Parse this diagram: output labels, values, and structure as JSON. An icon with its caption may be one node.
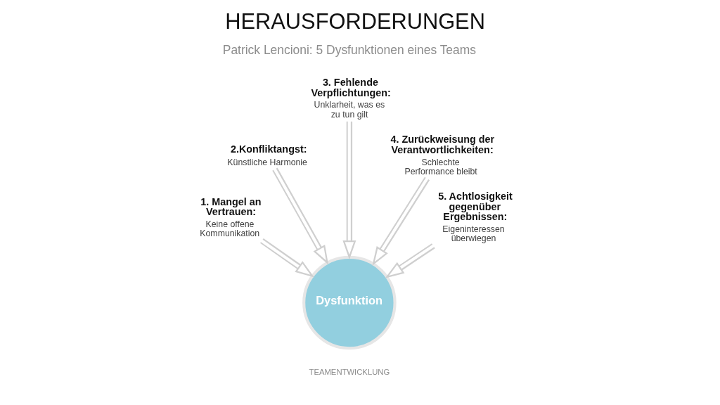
{
  "diagram": {
    "title": "HERAUSFORDERUNGEN",
    "nodes": [
      {
        "text": [
          "1. Mangel an Vertrauen:",
          "Keine offene Kommunikation"
        ]
      },
      {
        "text": [
          "2.Konfliktangst:",
          "Künstliche Harmonie"
        ]
      },
      {
        "text": [
          "3. Fehlende Verpflichtungen:",
          "Unklarheit, was es zu tun gilt"
        ]
      },
      {
        "text": [
          "4. Zurückweisung der Verantwortlichkeiten:",
          "Schlechte Performance bleibt"
        ]
      },
      {
        "text": [
          "5. Achtlosigkeit gegenüber Ergebnissen:",
          "Eigeninteressen überwiegen"
        ]
      },
      {
        "text": [
          "Dysfunktion"
        ]
      }
    ],
    "edges": [
      {
        "from": 0,
        "to": 5,
        "arrow": "to"
      },
      {
        "from": 1,
        "to": 5,
        "arrow": "to"
      },
      {
        "from": 2,
        "to": 5,
        "arrow": "to"
      },
      {
        "from": 3,
        "to": 5,
        "arrow": "to"
      },
      {
        "from": 4,
        "to": 5,
        "arrow": "to"
      }
    ],
    "labels": [
      "Patrick Lencioni: 5 Dysfunktionen eines Teams",
      "TEAMENTWICKLUNG"
    ]
  }
}
